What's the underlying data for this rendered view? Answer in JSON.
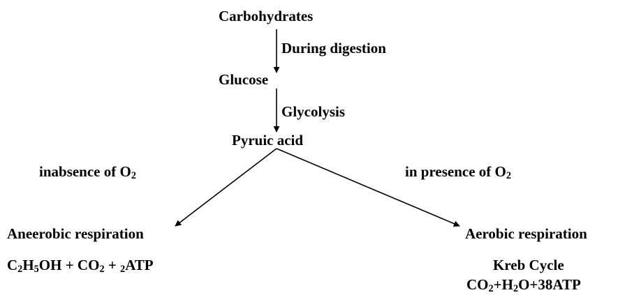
{
  "nodes": {
    "carbohydrates": "Carbohydrates",
    "glucose": "Glucose",
    "pyruvic_acid": "Pyruic  acid",
    "anaerobic": "Aneerobic respiration",
    "aerobic": "Aerobic respiration",
    "kreb_cycle": "Kreb Cycle"
  },
  "edges": {
    "digestion": "During digestion",
    "glycolysis": "Glycolysis",
    "absence": {
      "text": "inabsence of O",
      "sub": "2"
    },
    "presence": {
      "text": "in presence of O",
      "sub": "2"
    }
  },
  "formulas": {
    "anaerobic": [
      {
        "t": "C"
      },
      {
        "s": "2"
      },
      {
        "t": "H"
      },
      {
        "s": "5"
      },
      {
        "t": "OH + CO"
      },
      {
        "s": "2"
      },
      {
        "t": " + "
      },
      {
        "s": "2"
      },
      {
        "t": "ATP"
      }
    ],
    "aerobic": [
      {
        "t": "CO"
      },
      {
        "s": "2"
      },
      {
        "t": "+H"
      },
      {
        "s": "2"
      },
      {
        "t": "O+38ATP"
      }
    ]
  }
}
